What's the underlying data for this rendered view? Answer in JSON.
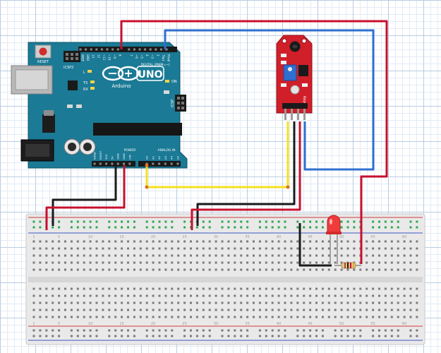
{
  "arduino": {
    "reset_label": "RESET",
    "icsp2_label": "ICSP2",
    "l_label": "L",
    "tx_label": "TX",
    "rx_label": "RX",
    "logo_text": "UNO",
    "brand_text": "Arduino",
    "digital_label": "DIGITAL (PWM=~)",
    "on_label": "ON",
    "icsp_label": "ICSP",
    "power_label": "POWER",
    "analog_label": "ANALOG IN",
    "digital_pins": [
      "AREF",
      "GND",
      "13",
      "12",
      "~11",
      "~10",
      "~9",
      "8",
      "7",
      "~6",
      "~5",
      "4",
      "~3",
      "2",
      "TX▸1",
      "RX◂0"
    ],
    "power_pins": [
      "IOREF",
      "RESET",
      "3V3",
      "5V",
      "GND",
      "GND",
      "VIN"
    ],
    "analog_pins": [
      "A0",
      "A1",
      "A2",
      "A3",
      "A4",
      "A5"
    ]
  },
  "sensor": {
    "brand_text": "Keyes"
  },
  "breadboard": {
    "column_numbers": [
      "1",
      "5",
      "10",
      "15",
      "20",
      "25",
      "30",
      "35",
      "40",
      "45",
      "50",
      "55",
      "60"
    ]
  },
  "colors": {
    "board": "#1b7a96",
    "sensor_board": "#d11f2a",
    "wire_red": "#c8102e",
    "wire_blue": "#2f6fd0",
    "wire_yellow": "#f4e020",
    "wire_black": "#1a1a1a",
    "led": "#ef3b3b"
  }
}
